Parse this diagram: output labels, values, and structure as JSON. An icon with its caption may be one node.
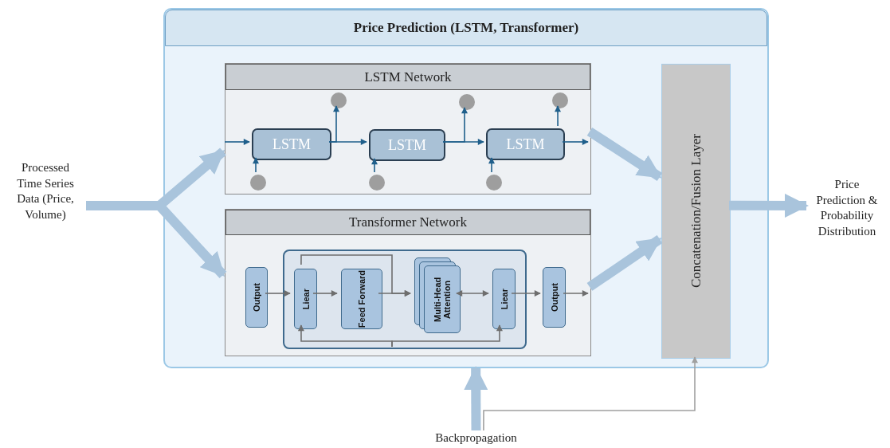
{
  "diagram": {
    "nodes": [
      {
        "text": [
          "Price Prediction (LSTM, Transformer)"
        ]
      },
      {
        "text": [
          "LSTM Network"
        ],
        "in": 0
      },
      {
        "text": [
          "LSTM"
        ],
        "in": 1
      },
      {
        "text": [
          "LSTM"
        ],
        "in": 1
      },
      {
        "text": [
          "LSTM"
        ],
        "in": 1
      },
      {
        "text": [],
        "shape": "circle",
        "in": 1
      },
      {
        "text": [],
        "shape": "circle",
        "in": 1
      },
      {
        "text": [],
        "shape": "circle",
        "in": 1
      },
      {
        "text": [],
        "shape": "circle",
        "in": 1
      },
      {
        "text": [],
        "shape": "circle",
        "in": 1
      },
      {
        "text": [],
        "shape": "circle",
        "in": 1
      },
      {
        "text": [
          "Transformer Network"
        ],
        "in": 0
      },
      {
        "text": [],
        "shape": "box",
        "in": 11
      },
      {
        "text": [
          "Output"
        ],
        "in": 11
      },
      {
        "text": [
          "Liear"
        ],
        "in": 12
      },
      {
        "text": [
          "Feed Forward"
        ],
        "in": 12
      },
      {
        "text": [
          "Multi-Head Attention"
        ],
        "in": 12
      },
      {
        "text": [
          "Liear"
        ],
        "in": 12
      },
      {
        "text": [
          "Output"
        ],
        "in": 11
      },
      {
        "text": [
          "Concatenation/Fusion Layer"
        ],
        "in": 0
      },
      {
        "text": [
          "Processed Time Series Data (Price, Volume)"
        ]
      },
      {
        "text": [
          "Price Prediction & Probability Distribution"
        ]
      },
      {
        "text": [
          "Backpropagation"
        ]
      }
    ],
    "edges": [
      {
        "from": 20,
        "to": 1,
        "arrow": "to",
        "style": "thick",
        "color": "#a9c4dc"
      },
      {
        "from": 20,
        "to": 11,
        "arrow": "to",
        "style": "thick",
        "color": "#a9c4dc"
      },
      {
        "from": null,
        "to": 2,
        "arrow": "to",
        "color": "#1f5f8b"
      },
      {
        "from": 2,
        "to": 3,
        "arrow": "to",
        "color": "#1f5f8b"
      },
      {
        "from": 3,
        "to": 4,
        "arrow": "to",
        "color": "#1f5f8b"
      },
      {
        "from": 4,
        "to": null,
        "arrow": "to",
        "color": "#1f5f8b"
      },
      {
        "from": 8,
        "to": 2,
        "arrow": "to",
        "color": "#1f5f8b"
      },
      {
        "from": 9,
        "to": 3,
        "arrow": "to",
        "color": "#1f5f8b"
      },
      {
        "from": 10,
        "to": 4,
        "arrow": "to",
        "color": "#1f5f8b"
      },
      {
        "from": 2,
        "to": 5,
        "arrow": "to",
        "color": "#1f5f8b"
      },
      {
        "from": 3,
        "to": 6,
        "arrow": "to",
        "color": "#1f5f8b"
      },
      {
        "from": 4,
        "to": 7,
        "arrow": "to",
        "color": "#1f5f8b"
      },
      {
        "from": 13,
        "to": 14,
        "arrow": "to",
        "color": "#6e6e6e"
      },
      {
        "from": 14,
        "to": 15,
        "arrow": "to",
        "color": "#6e6e6e"
      },
      {
        "from": 15,
        "to": 16,
        "arrow": "to",
        "color": "#6e6e6e"
      },
      {
        "from": 14,
        "to": 16,
        "arrow": "to",
        "color": "#6e6e6e"
      },
      {
        "from": 16,
        "to": 17,
        "arrow": "both",
        "color": "#6e6e6e"
      },
      {
        "from": 12,
        "to": 14,
        "arrow": "to",
        "color": "#6e6e6e"
      },
      {
        "from": 12,
        "to": 17,
        "arrow": "to",
        "color": "#6e6e6e"
      },
      {
        "from": 17,
        "to": 18,
        "arrow": "to",
        "color": "#6e6e6e"
      },
      {
        "from": 18,
        "to": null,
        "arrow": "to",
        "color": "#6e6e6e"
      },
      {
        "from": 1,
        "to": 19,
        "arrow": "to",
        "style": "thick",
        "color": "#a9c4dc"
      },
      {
        "from": 11,
        "to": 19,
        "arrow": "to",
        "style": "thick",
        "color": "#a9c4dc"
      },
      {
        "from": 19,
        "to": 21,
        "arrow": "to",
        "style": "thick",
        "color": "#a9c4dc"
      },
      {
        "from": 22,
        "to": 0,
        "arrow": "to",
        "style": "thick",
        "color": "#a9c4dc"
      },
      {
        "from": 22,
        "to": 19,
        "arrow": "to",
        "color": "#a0a0a0"
      }
    ]
  }
}
